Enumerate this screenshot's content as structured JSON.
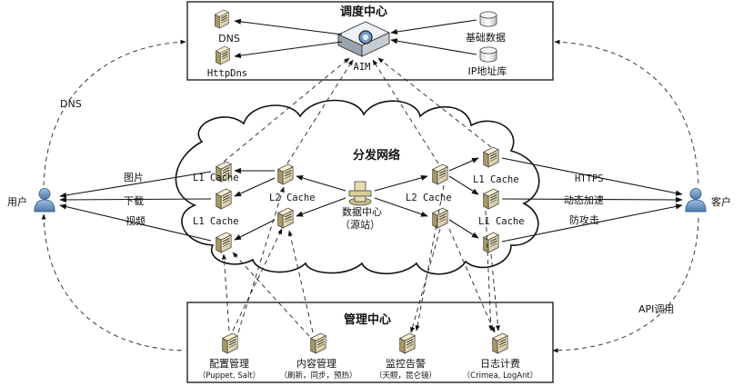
{
  "dispatch": {
    "title": "调度中心",
    "dns": "DNS",
    "httpdns": "HttpDns",
    "aim": "AIM",
    "base_data": "基础数据",
    "ip_lib": "IP地址库"
  },
  "network": {
    "title": "分发网络",
    "l1_cache": "L1 Cache",
    "l2_cache": "L2 Cache",
    "origin": "数据中心",
    "origin_sub": "（源站）"
  },
  "users": {
    "label": "用户",
    "image": "图片",
    "download": "下载",
    "video": "视频",
    "dns_link": "DNS"
  },
  "customers": {
    "label": "客户",
    "https": "HTTPS",
    "dynamic": "动态加速",
    "anti_attack": "防攻击",
    "api": "API调用"
  },
  "management": {
    "title": "管理中心",
    "config": "配置管理",
    "config_sub": "（Puppet, Salt）",
    "content": "内容管理",
    "content_sub": "（刷新，同步，预热）",
    "monitor": "监控告警",
    "monitor_sub": "（天眼，昆仑镜）",
    "billing": "日志计费",
    "billing_sub": "（Crimea, LogAnt）"
  }
}
